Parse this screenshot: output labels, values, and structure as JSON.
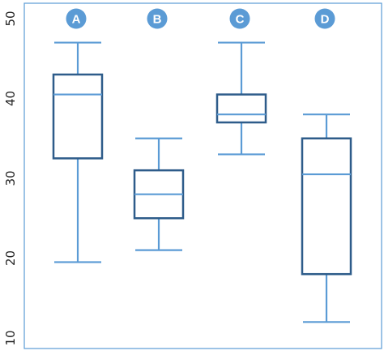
{
  "chart_data": {
    "type": "boxplot",
    "title": "",
    "xlabel": "",
    "ylabel": "",
    "ylim": [
      10,
      53
    ],
    "yticks": [
      10,
      20,
      30,
      40,
      50
    ],
    "grid": false,
    "legend": "none",
    "categories": [
      "A",
      "B",
      "C",
      "D"
    ],
    "boxes": [
      {
        "label": "A",
        "min": 19.5,
        "q1": 32.5,
        "median": 40.5,
        "q3": 43,
        "max": 47
      },
      {
        "label": "B",
        "min": 21,
        "q1": 25,
        "median": 28,
        "q3": 31,
        "max": 35
      },
      {
        "label": "C",
        "min": 33,
        "q1": 37,
        "median": 38,
        "q3": 40.5,
        "max": 47
      },
      {
        "label": "D",
        "min": 12,
        "q1": 18,
        "median": 30.5,
        "q3": 35,
        "max": 38
      }
    ]
  },
  "colors": {
    "whisker": "#5b9bd5",
    "box_border": "#2e5c8a",
    "badge_fill": "#5b9bd5",
    "badge_text": "#ffffff",
    "frame": "#5b9bd5",
    "axis_text": "#222222"
  }
}
